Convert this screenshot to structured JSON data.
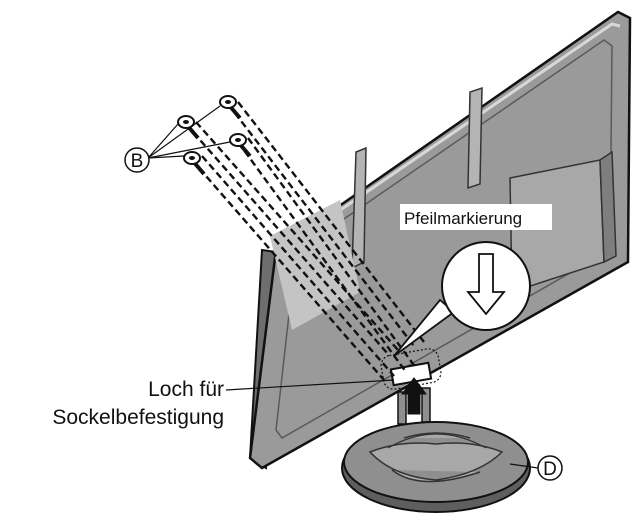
{
  "labels": {
    "screw_callout": "B",
    "stand_callout": "D",
    "arrow_marking": "Pfeilmarkierung",
    "hole_line1": "Loch für",
    "hole_line2": "Sockelbefestigung"
  },
  "colors": {
    "line": "#111111",
    "panel": "#9a9a9a",
    "panel_light": "#c8c8c8",
    "panel_dark": "#6e6e6e",
    "stand": "#8f8f8f",
    "stand_dark": "#5e5e5e",
    "background": "#ffffff"
  }
}
